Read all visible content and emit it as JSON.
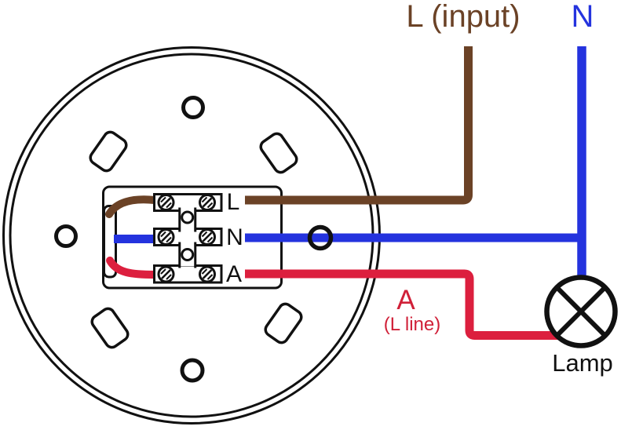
{
  "diagram": {
    "type": "sensor-wiring-diagram",
    "labels": {
      "l_input": "L (input)",
      "n_supply": "N",
      "terminal_l": "L",
      "terminal_n": "N",
      "terminal_a": "A",
      "a_output": "A",
      "a_output_sub": "(L line)",
      "lamp": "Lamp"
    },
    "colors": {
      "brown": "#6b4226",
      "blue": "#2433de",
      "red": "#dc1f3e",
      "red_text": "#d02038",
      "black": "#111111"
    },
    "wires": [
      {
        "name": "live-input-wire",
        "color_name": "brown",
        "terminal": "L",
        "label": "L (input)"
      },
      {
        "name": "neutral-wire",
        "color_name": "blue",
        "terminal": "N",
        "label": "N"
      },
      {
        "name": "switched-live-wire",
        "color_name": "red",
        "terminal": "A",
        "label": "A (L line)",
        "connects_to": "Lamp"
      }
    ],
    "icons": {
      "lamp_symbol": "circle-with-x",
      "screw_terminal": "circle-with-slot"
    }
  }
}
